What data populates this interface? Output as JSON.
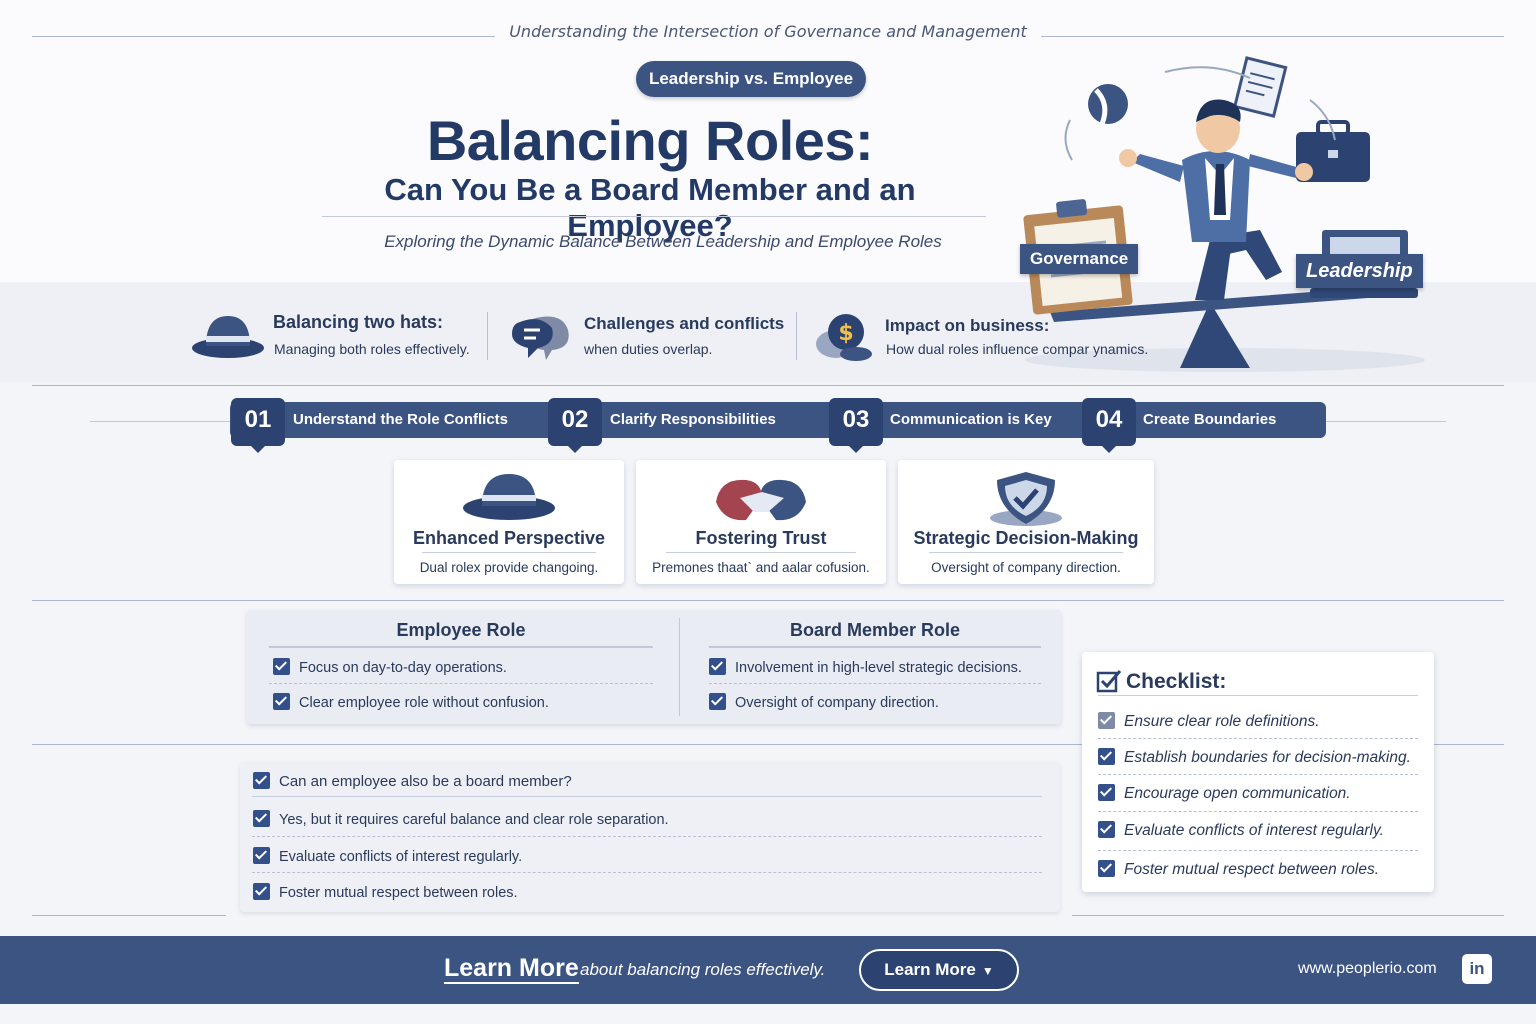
{
  "header": {
    "caption": "Understanding the Intersection of Governance and Management",
    "pill": "Leadership vs. Employee",
    "title": "Balancing Roles:",
    "subtitle": "Can You Be a Board Member and an Employee?",
    "tagline": "Exploring the Dynamic Balance Between Leadership and Employee Roles"
  },
  "illustration": {
    "governance_label": "Governance",
    "leadership_label": "Leadership"
  },
  "features": [
    {
      "title": "Balancing two hats:",
      "text": "Managing both roles effectively.",
      "icon": "hat-icon"
    },
    {
      "title": "Challenges and conflicts",
      "text": "when duties overlap.",
      "icon": "chat-bubbles-icon"
    },
    {
      "title": "Impact on business:",
      "text": "How dual roles influence compar ynamics.",
      "icon": "coins-icon"
    }
  ],
  "steps": [
    {
      "num": "01",
      "label": "Understand the Role Conflicts"
    },
    {
      "num": "02",
      "label": "Clarify Responsibilities"
    },
    {
      "num": "03",
      "label": "Communication is Key"
    },
    {
      "num": "04",
      "label": "Create Boundaries"
    }
  ],
  "cards": [
    {
      "title": "Enhanced Perspective",
      "text": "Dual rolex provide changoing.",
      "icon": "hat-icon"
    },
    {
      "title": "Fostering Trust",
      "text": "Premones thaat` and aalar cofusion.",
      "icon": "handshake-icon"
    },
    {
      "title": "Strategic Decision-Making",
      "text": "Oversight of company direction.",
      "icon": "shield-check-icon"
    }
  ],
  "roles": {
    "employee": {
      "title": "Employee Role",
      "items": [
        "Focus on day-to-day operations.",
        "Clear employee role without confusion."
      ]
    },
    "board": {
      "title": "Board Member Role",
      "items": [
        "Involvement in high-level strategic decisions.",
        "Oversight of company direction."
      ]
    }
  },
  "qa": [
    "Can an employee also be a board member?",
    "Yes, but it requires careful balance and clear role separation.",
    "Evaluate conflicts of interest regularly.",
    "Foster mutual respect between roles."
  ],
  "checklist": {
    "title": "Checklist:",
    "items": [
      "Ensure clear role definitions.",
      "Establish boundaries for decision-making.",
      "Encourage open communication.",
      "Evaluate conflicts of interest regularly.",
      "Foster mutual respect between roles."
    ]
  },
  "footer": {
    "learn_more_big": "Learn More",
    "learn_more_text": "about balancing roles effectively.",
    "button_label": "Learn More",
    "url": "www.peoplerio.com",
    "social": "in"
  },
  "colors": {
    "navy": "#3c5482",
    "navy_dark": "#2c4371",
    "title": "#243a66",
    "background": "#f4f5f9"
  }
}
